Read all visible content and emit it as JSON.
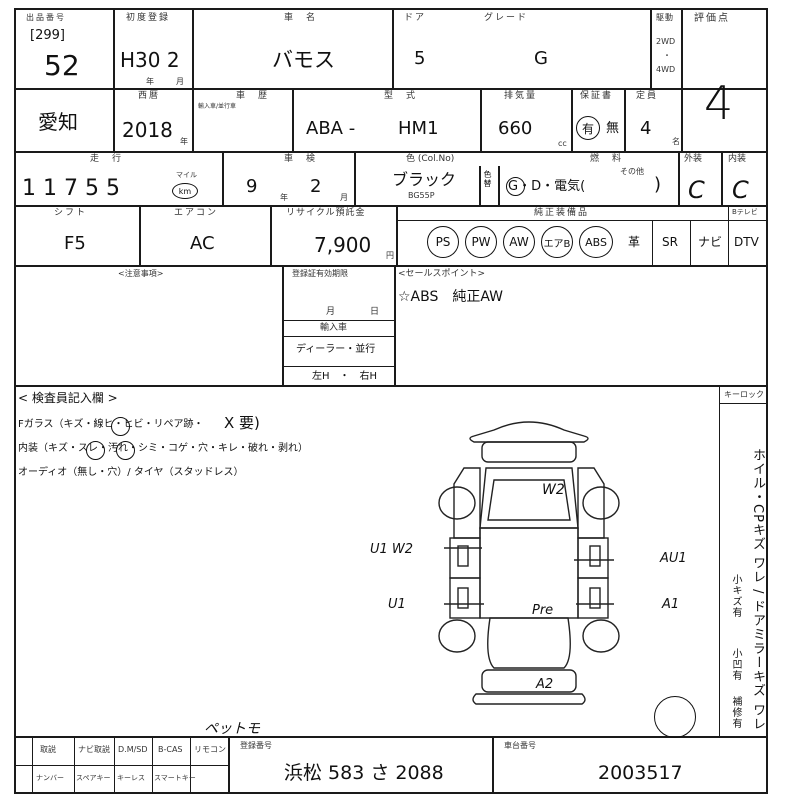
{
  "header": {
    "lot_label": "出品番号",
    "lot_no_box": "[299]",
    "lot_no": "52",
    "reg_label": "初度登録",
    "reg_value": "H30 2",
    "reg_year": "年",
    "reg_month": "月",
    "model_label": "車　名",
    "model": "バモス",
    "door_label": "ドア",
    "doors": "5",
    "grade_label": "グレード",
    "grade": "G",
    "drive_label": "駆動",
    "drive_2wd": "2WD",
    "drive_4wd": "4WD",
    "score_label": "評価点",
    "score": "4"
  },
  "row2": {
    "pref": "愛知",
    "year_label": "西暦",
    "year": "2018",
    "year_unit": "年",
    "type_label": "車　歴",
    "type_note": "輸入車/並行車",
    "model_code_label": "型　式",
    "model_code_a": "ABA -",
    "model_code_b": "HM1",
    "cc_label": "排気量",
    "cc": "660",
    "cc_unit": "cc",
    "warranty_label": "保証書",
    "warranty_yes": "有",
    "warranty_no": "無",
    "seats_label": "定員",
    "seats": "4",
    "seats_unit": "名"
  },
  "row3": {
    "mileage_label": "走　行",
    "mileage": "1 1 7 5 5",
    "mile_unit": "マイル",
    "km_unit": "km",
    "inspection_label": "車　検",
    "insp_year": "9",
    "insp_year_unit": "年",
    "insp_month": "2",
    "insp_month_unit": "月",
    "color_label": "色 (Col.No)",
    "color": "ブラック",
    "color_code": "BG55P",
    "color_change": "色替",
    "fuel_label": "燃　料",
    "fuel_options": "G・D・電気(",
    "fuel_close": ")",
    "fuel_other": "その他",
    "exterior_label": "外装",
    "exterior": "C",
    "interior_label": "内装",
    "interior": "C"
  },
  "row4": {
    "shift_label": "シフト",
    "shift": "F5",
    "ac_label": "エアコン",
    "ac": "AC",
    "recycle_label": "リサイクル預託金",
    "recycle": "7,900",
    "recycle_unit": "円",
    "equip_label": "純正装備品",
    "equip": [
      "PS",
      "PW",
      "AW",
      "エアB",
      "ABS",
      "革",
      "SR",
      "ナビ",
      "DTV"
    ],
    "tv_label": "Bテレビ"
  },
  "row5": {
    "notes_label": "<注意事項>",
    "owner_label": "登録証有効期限",
    "owner_day": "日",
    "owner_month": "月",
    "import_label": "輸入車",
    "import_value": "ディーラー・並行",
    "handle": "左H　・　右H",
    "sales_label": "<セールスポイント>",
    "sales": "☆ABS　純正AW"
  },
  "inspector": {
    "title": "< 検査員記入欄 >",
    "line1": "Fガラス（キズ・線ヒ・ヒビ・リペア跡・",
    "line1_mark": "X 要)",
    "line2": "内装（キズ・スレ・汚れ・シミ・コゲ・穴・キレ・破れ・剥れ）",
    "line3": "オーディオ（無し・穴）/ タイヤ（スタッドレス）",
    "keylock": "キーロック",
    "side_notes": "ホイル・CPキズ ワレ / ドアミラーキズ ワレ",
    "side_small1": "小キズ有",
    "side_small2": "小凹有",
    "side_small3": "補修有",
    "note_bottom": "ペットモ"
  },
  "diagram": {
    "w2": "W2",
    "u1w2": "U1 W2",
    "u1": "U1",
    "au1": "AU1",
    "a1": "A1",
    "pre": "Pre",
    "a2": "A2"
  },
  "footer": {
    "items_row1": [
      "取説",
      "ナビ取説",
      "D.M/SD",
      "B-CAS",
      "リモコン"
    ],
    "items_row2": [
      "ナンバー",
      "スペアキー",
      "キーレス",
      "スマートキー"
    ],
    "plate_label": "登録番号",
    "plate": "浜松 583 さ 2088",
    "chassis_label": "車台番号",
    "chassis": "2003517"
  }
}
